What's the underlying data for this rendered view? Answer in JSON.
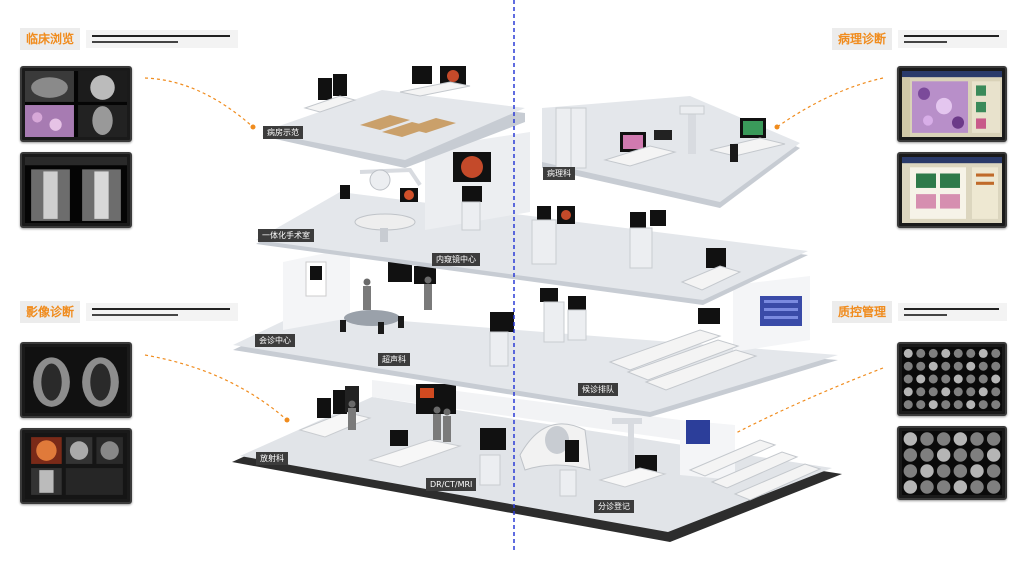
{
  "sections": {
    "clinical": {
      "title": "临床浏览"
    },
    "pathology": {
      "title": "病理诊断"
    },
    "imaging": {
      "title": "影像诊断"
    },
    "quality": {
      "title": "质控管理"
    }
  },
  "rooms": {
    "ward": "病房示范",
    "pathology_dept": "病理科",
    "surgery": "一体化手术室",
    "endoscopy": "内窥镜中心",
    "consult": "会诊中心",
    "ultrasound": "超声科",
    "queue": "候诊排队",
    "radiology": "放射科",
    "ctmri": "DR/CT/MRI",
    "registration": "分诊登记"
  },
  "colors": {
    "accent": "#f08c1e",
    "divider": "#2b3bd6",
    "floor": "#dfe3e8",
    "slab": "#2d2d2d"
  }
}
